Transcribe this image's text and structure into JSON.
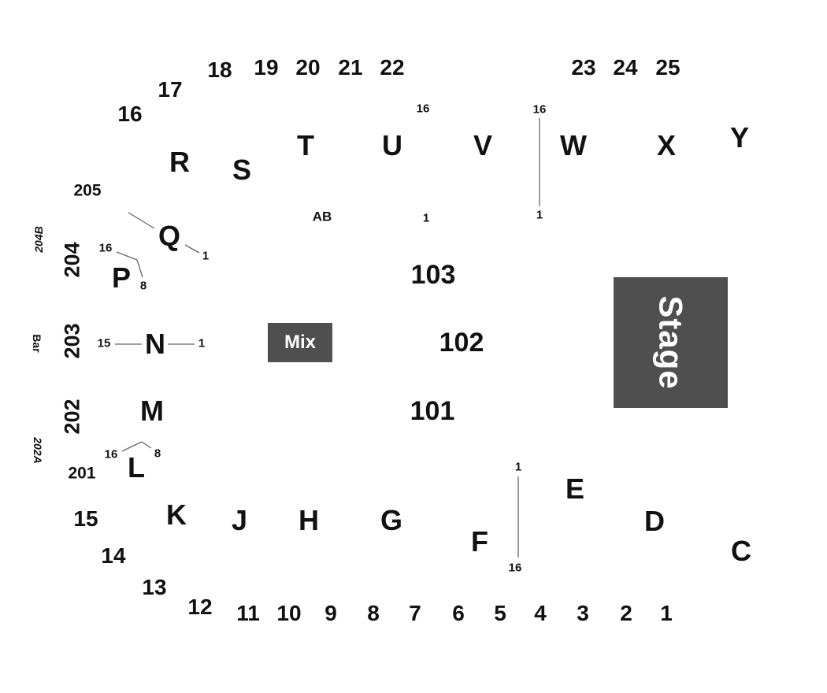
{
  "stage_label": "Stage",
  "mix_label": "Mix",
  "upper_seats": [
    "16",
    "17",
    "18",
    "19",
    "20",
    "21",
    "22",
    "23",
    "24",
    "25"
  ],
  "lower_seats": [
    "15",
    "14",
    "13",
    "12",
    "11",
    "10",
    "9",
    "8",
    "7",
    "6",
    "5",
    "4",
    "3",
    "2",
    "1"
  ],
  "top_rows": [
    "R",
    "S",
    "T",
    "U",
    "V",
    "W",
    "X",
    "Y"
  ],
  "left_rows": [
    "Q",
    "P",
    "N",
    "M",
    "L"
  ],
  "bottom_rows": [
    "K",
    "J",
    "H",
    "G",
    "F",
    "E",
    "D",
    "C"
  ],
  "floor_sections": [
    "103",
    "102",
    "101"
  ],
  "balcony_sections": [
    "205",
    "204",
    "203",
    "202",
    "201"
  ],
  "side_labels": {
    "s204b": "204B",
    "bar": "Bar",
    "s202a": "202A",
    "ab": "AB"
  },
  "seat_range_labels": {
    "u_16": "16",
    "u_1": "1",
    "vw_16": "16",
    "vw_1": "1",
    "q_1": "1",
    "p_16": "16",
    "p_8": "8",
    "n_15": "15",
    "n_1": "1",
    "l_16": "16",
    "l_8": "8",
    "ef_1": "1",
    "ef_16": "16"
  }
}
